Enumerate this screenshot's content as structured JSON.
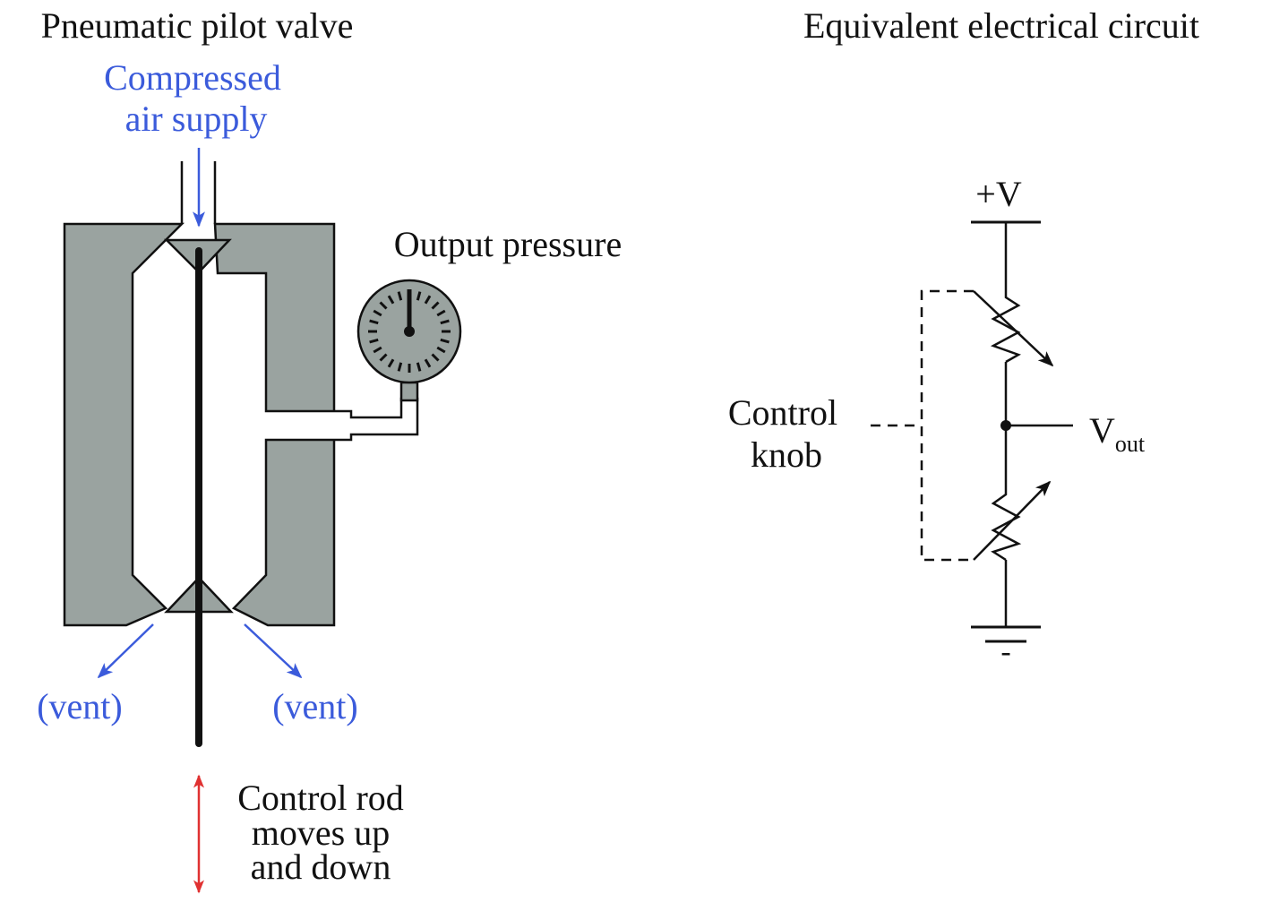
{
  "colors": {
    "body_fill": "#9aa3a0",
    "stroke": "#111111",
    "air_arrow": "#3b5bdb",
    "rod_arrow": "#e03131",
    "label_blue": "#3b5bdb",
    "label_black": "#111111"
  },
  "valve": {
    "title": "Pneumatic pilot valve",
    "supply_label": [
      "Compressed",
      "air supply"
    ],
    "output_label": "Output pressure",
    "vent_left": "(vent)",
    "vent_right": "(vent)",
    "rod_label": [
      "Control rod",
      "moves up",
      "and down"
    ],
    "gauge_icon": "pressure-gauge-icon"
  },
  "circuit": {
    "title": "Equivalent electrical circuit",
    "supply_label": "+V",
    "ground_label": "-",
    "output_label_main": "V",
    "output_label_sub": "out",
    "knob_label": [
      "Control",
      "knob"
    ]
  }
}
